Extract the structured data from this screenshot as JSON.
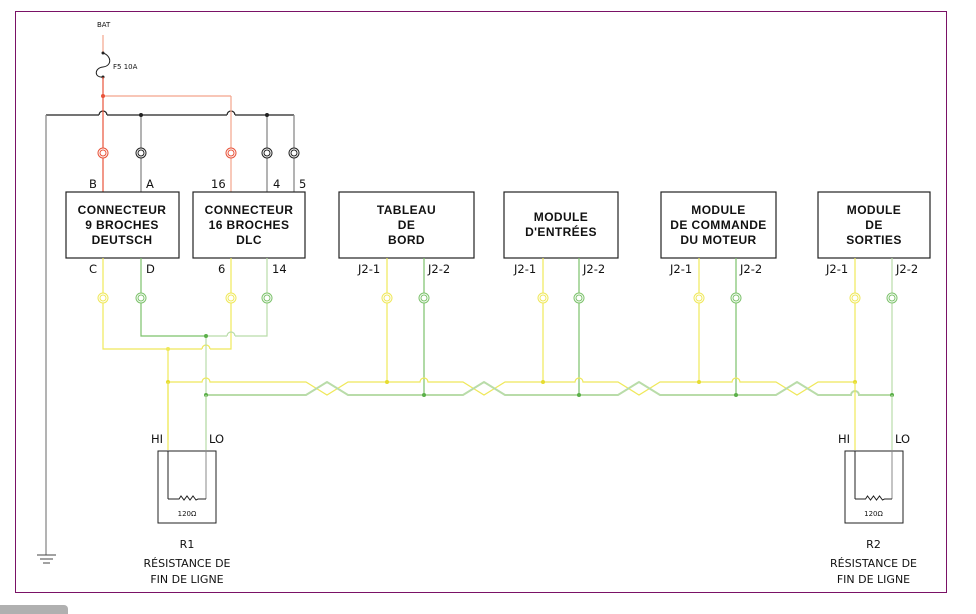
{
  "colors": {
    "frame": "#7a1266",
    "power": "#e8533a",
    "power_light": "#f3a58c",
    "ground": "#222222",
    "ground_wire": "#8a8a8a",
    "can_high": "#efe85a",
    "can_low": "#7cc26b",
    "can_low_light": "#b9dca9"
  },
  "power": {
    "source_label": "BAT",
    "fuse_label": "F5 10A"
  },
  "connectors": [
    {
      "id": "deutsch",
      "title": [
        "CONNECTEUR",
        "9 BROCHES",
        "DEUTSCH"
      ],
      "top_pins": [
        "B",
        "A"
      ],
      "bottom_pins": [
        "C",
        "D"
      ]
    },
    {
      "id": "dlc",
      "title": [
        "CONNECTEUR",
        "16 BROCHES",
        "DLC"
      ],
      "top_pins": [
        "16",
        "4",
        "5"
      ],
      "bottom_pins": [
        "6",
        "14"
      ]
    }
  ],
  "modules": [
    {
      "id": "tableau-de-bord",
      "title": [
        "TABLEAU",
        "DE",
        "BORD"
      ],
      "pins": [
        "J2-1",
        "J2-2"
      ]
    },
    {
      "id": "module-entrees",
      "title": [
        "MODULE",
        "D'ENTRÉES"
      ],
      "pins": [
        "J2-1",
        "J2-2"
      ]
    },
    {
      "id": "module-commande-moteur",
      "title": [
        "MODULE",
        "DE COMMANDE",
        "DU MOTEUR"
      ],
      "pins": [
        "J2-1",
        "J2-2"
      ]
    },
    {
      "id": "module-sorties",
      "title": [
        "MODULE",
        "DE",
        "SORTIES"
      ],
      "pins": [
        "J2-1",
        "J2-2"
      ]
    }
  ],
  "terminators": [
    {
      "id": "r1",
      "name": "R1",
      "hi_label": "HI",
      "lo_label": "LO",
      "value": "120Ω",
      "caption": [
        "RÉSISTANCE DE",
        "FIN DE LIGNE"
      ]
    },
    {
      "id": "r2",
      "name": "R2",
      "hi_label": "HI",
      "lo_label": "LO",
      "value": "120Ω",
      "caption": [
        "RÉSISTANCE DE",
        "FIN DE LIGNE"
      ]
    }
  ]
}
